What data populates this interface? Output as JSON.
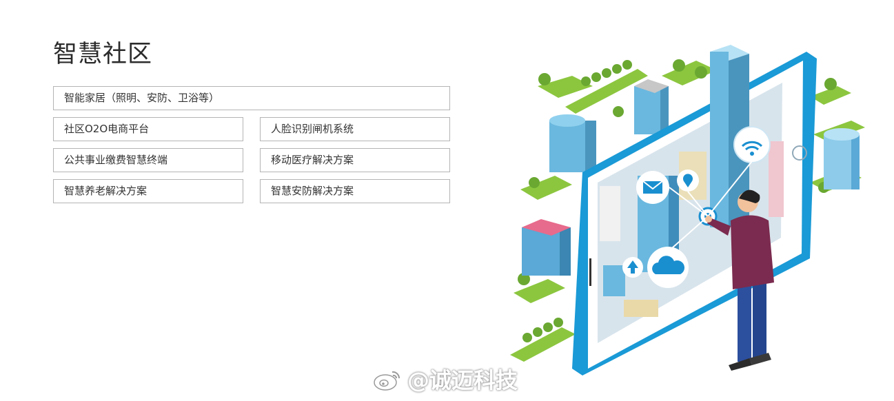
{
  "section": {
    "title": "智慧社区"
  },
  "features": {
    "wide": "智能家居（照明、安防、卫浴等）",
    "items": [
      "社区O2O电商平台",
      "人脸识别闸机系统",
      "公共事业缴费智慧终端",
      "移动医疗解决方案",
      "智慧养老解决方案",
      "智慧安防解决方案"
    ]
  },
  "watermark": {
    "text": "@诚迈科技",
    "logo": "weibo-logo"
  },
  "illustration": {
    "subject": "smart-city-tablet-person",
    "icons": [
      "wifi-icon",
      "mail-icon",
      "location-pin-icon",
      "cloud-icon",
      "upload-arrow-icon",
      "touch-target-icon"
    ]
  },
  "colors": {
    "tablet_frame": "#1a9ad6",
    "grass": "#8cc63f",
    "building_blue": "#5ab4dc",
    "person_shirt": "#7b2b4f",
    "person_pants": "#2c4f9e"
  }
}
